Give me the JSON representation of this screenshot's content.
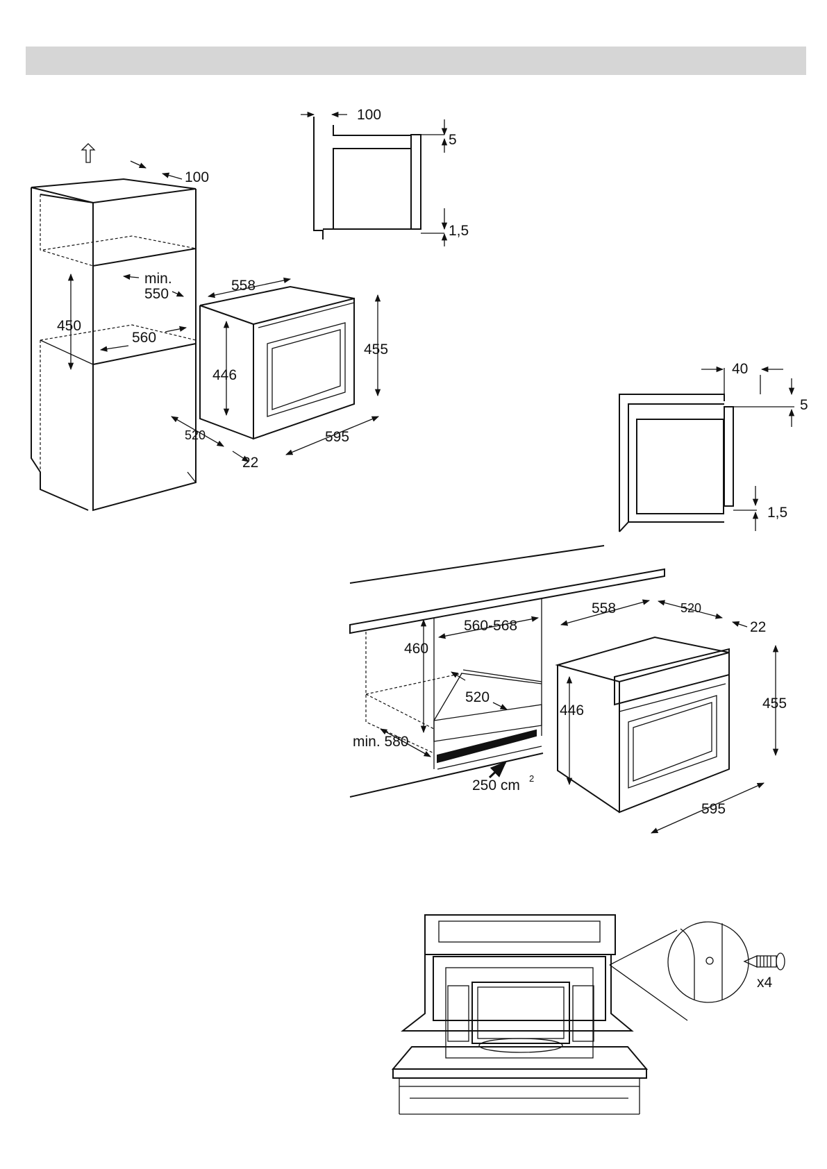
{
  "upper_detail": {
    "label_top": "100",
    "label_gap_top": "5",
    "label_gap_bottom": "1,5"
  },
  "column_install": {
    "ventilation_top": "100",
    "niche_height": "450",
    "min_depth": "min.\n550",
    "min_label": "min.",
    "min_value": "550",
    "niche_width": "560",
    "oven_width": "558",
    "oven_height_inner": "446",
    "oven_height": "455",
    "oven_depth": "520",
    "front_depth": "22",
    "front_width": "595"
  },
  "right_detail": {
    "label_top": "40",
    "label_gap_top": "5",
    "label_gap_bottom": "1,5"
  },
  "under_counter": {
    "niche_width": "560-568",
    "niche_height": "460",
    "shelf_depth": "520",
    "min_depth": "min. 580",
    "vent_area": "250 cm",
    "vent_area_sup": "2",
    "oven_width": "558",
    "oven_depth": "520",
    "front_depth": "22",
    "oven_height_inner": "446",
    "oven_height": "455",
    "front_width": "595"
  },
  "fixing": {
    "screw_count": "x4"
  }
}
